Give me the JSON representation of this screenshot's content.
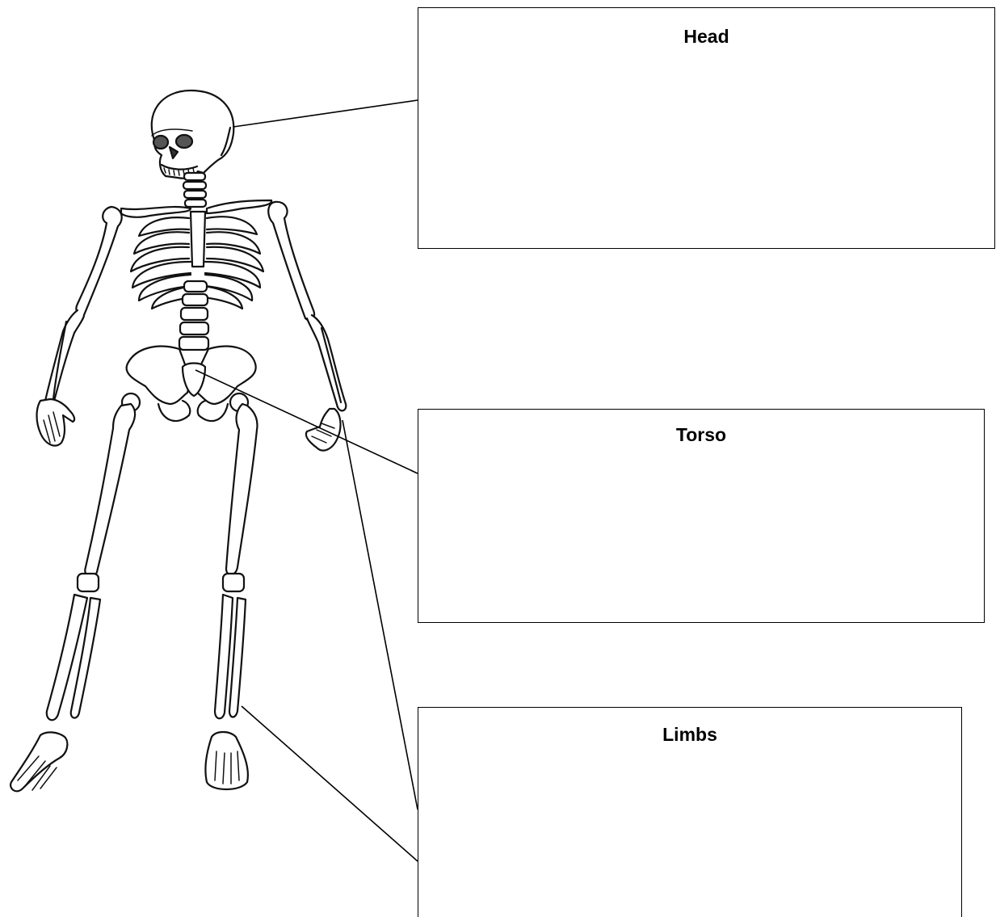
{
  "labels": {
    "head": "Head",
    "torso": "Torso",
    "limbs": "Limbs"
  }
}
